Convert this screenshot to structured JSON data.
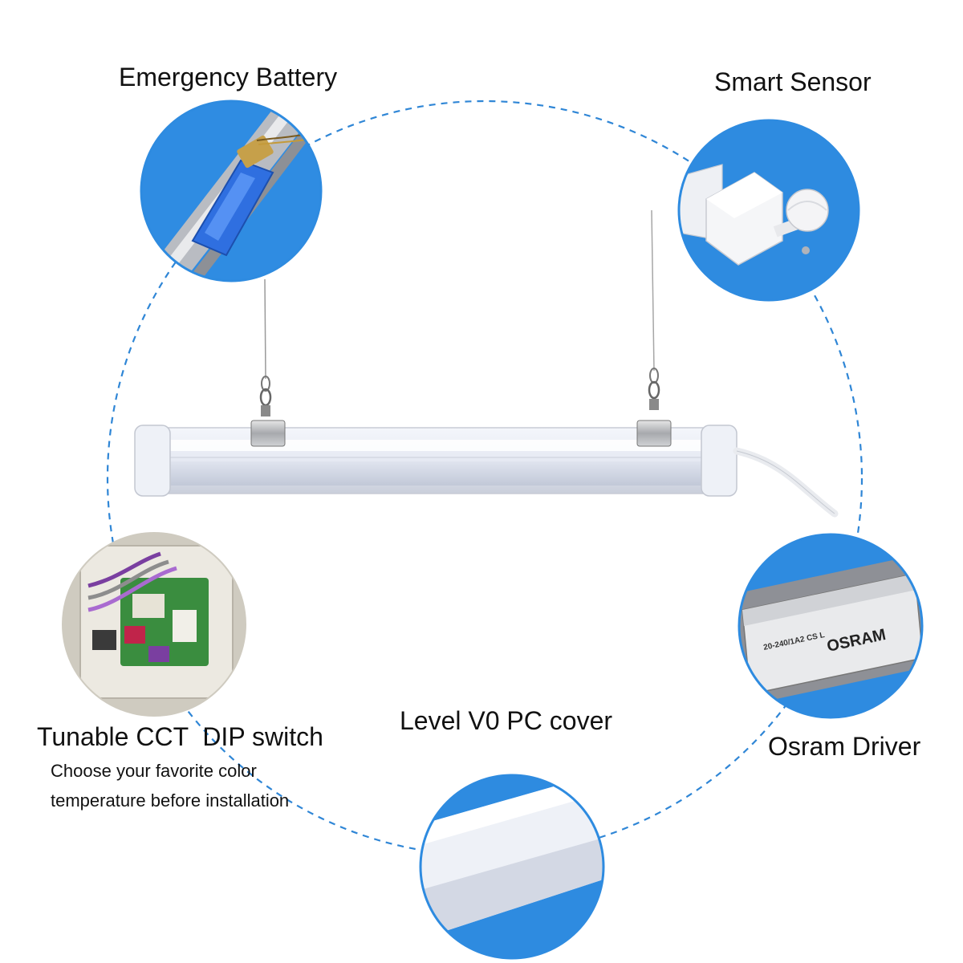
{
  "features": {
    "emergency_battery": {
      "title": "Emergency Battery",
      "icon": "battery-icon"
    },
    "smart_sensor": {
      "title": "Smart Sensor",
      "icon": "sensor-icon"
    },
    "tunable_cct": {
      "title": "Tunable CCT  DIP switch",
      "line1": "Choose your favorite color",
      "line2": "temperature before installation",
      "icon": "circuit-board-icon"
    },
    "pc_cover": {
      "title": "Level V0 PC cover",
      "icon": "pc-cover-icon"
    },
    "osram_driver": {
      "title": "Osram Driver",
      "brand_text": "OSRAM",
      "model_text": "20-240/1A2 CS L",
      "icon": "driver-icon"
    }
  },
  "colors": {
    "accent_blue": "#2e8be0",
    "dashed_ring": "#2f86d6",
    "text": "#111111",
    "background": "#ffffff"
  }
}
